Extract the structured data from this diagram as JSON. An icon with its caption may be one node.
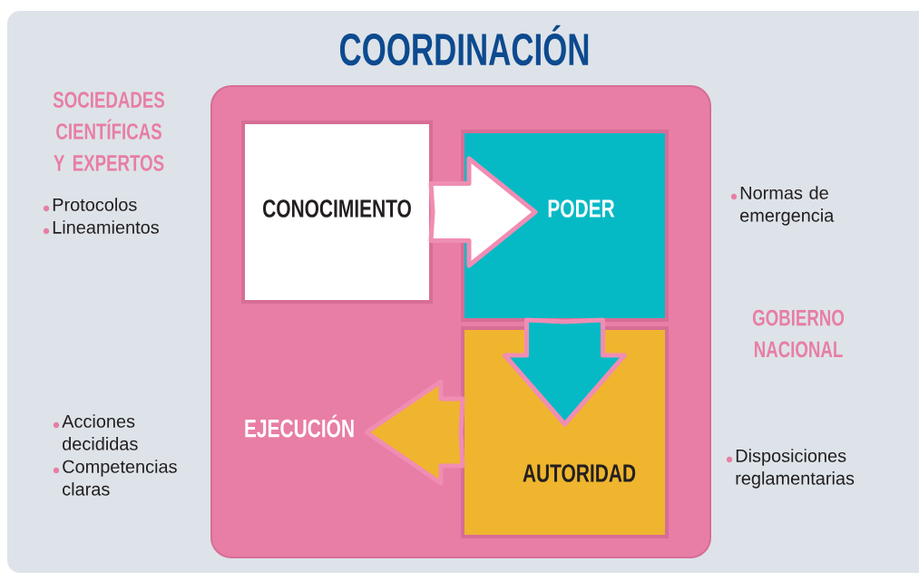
{
  "diagram": {
    "title": "COORDINACIÓN",
    "nodes": [
      {
        "text": [],
        "shape": "box"
      },
      {
        "text": [
          "CONOCIMIENTO"
        ],
        "in": 0
      },
      {
        "text": [
          "PODER"
        ],
        "in": 0
      },
      {
        "text": [
          "AUTORIDAD"
        ],
        "in": 0
      },
      {
        "text": [
          "EJECUCIÓN"
        ],
        "in": 0
      }
    ],
    "edges": [
      {
        "from": 1,
        "to": 2,
        "arrow": "to",
        "color": "#ffffff"
      },
      {
        "from": 2,
        "to": 3,
        "arrow": "to",
        "color": "#05bac5"
      },
      {
        "from": 3,
        "to": 4,
        "arrow": "to",
        "color": "#efb52e"
      }
    ],
    "labels": [
      "SOCIEDADES CIENTÍFICAS Y EXPERTOS",
      "Protocolos",
      "Lineamientos",
      "Normas de emergencia",
      "GOBIERNO NACIONAL",
      "Acciones decididas",
      "Competencias claras",
      "Disposiciones reglamentarias"
    ]
  }
}
